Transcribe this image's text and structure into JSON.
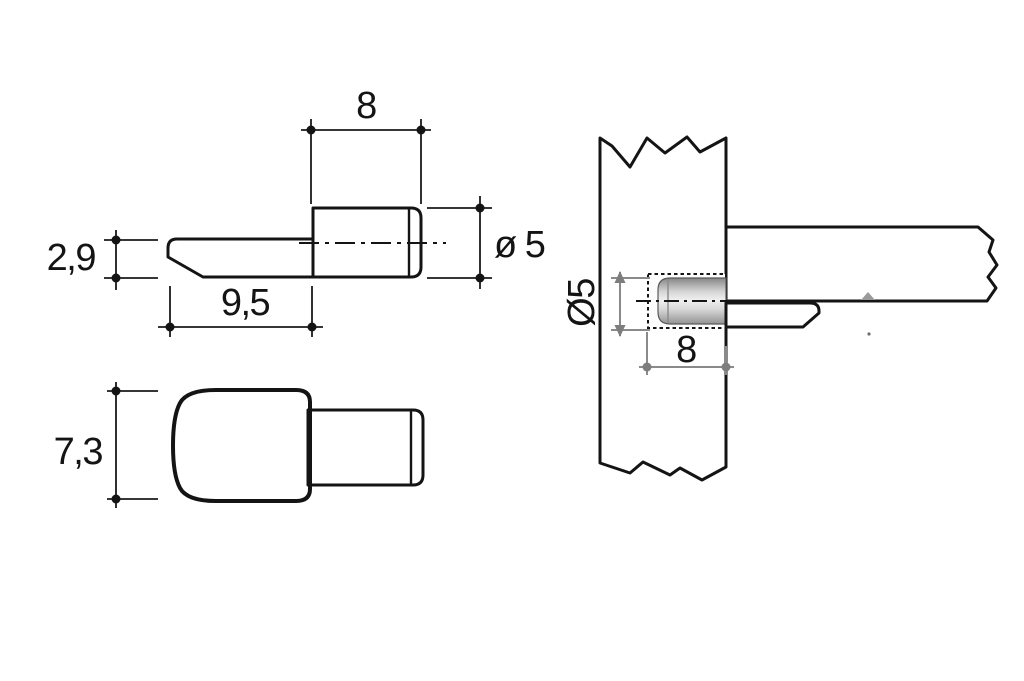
{
  "drawing": {
    "type": "technical-drawing",
    "subject": "shelf-support-pin",
    "background": "#ffffff",
    "colors": {
      "outline": "#141414",
      "blade_metal": "#b0b4b4",
      "panel_wood": "#e9eaea",
      "cylinder_highlight": "#f5f5f5",
      "dimension_lines_left_views": "#1a1a1a",
      "dimension_lines_installed_view": "#8a8a8a"
    },
    "views": {
      "side": {
        "name": "side view",
        "dim_pin_length": "8",
        "dim_blade_thickness": "2,9",
        "dim_blade_length": "9,5",
        "dim_pin_diameter": "ø 5"
      },
      "top": {
        "name": "top view",
        "dim_body_width": "7,3"
      },
      "installed": {
        "name": "installed view",
        "dim_hole_diameter": "Ø5",
        "dim_insert_depth": "8"
      }
    }
  }
}
